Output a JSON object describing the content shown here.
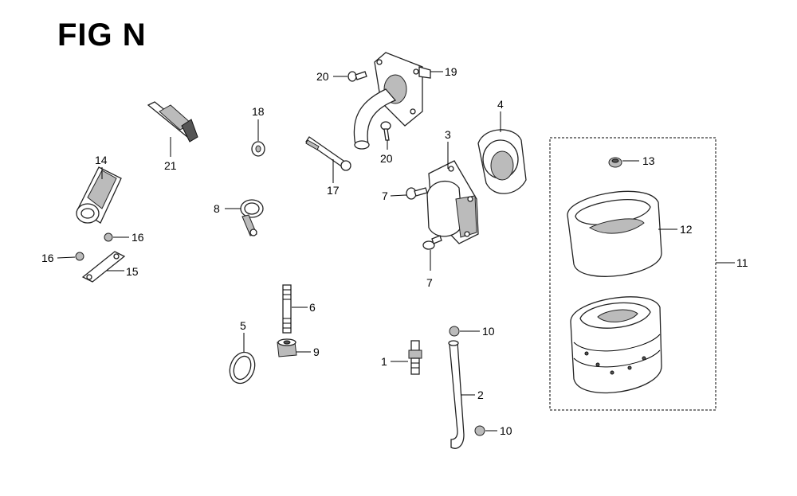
{
  "title": "FIG N",
  "callouts": {
    "c1": "1",
    "c2": "2",
    "c3": "3",
    "c4": "4",
    "c5": "5",
    "c6": "6",
    "c7a": "7",
    "c7b": "7",
    "c8": "8",
    "c9": "9",
    "c10a": "10",
    "c10b": "10",
    "c11": "11",
    "c12": "12",
    "c13": "13",
    "c14": "14",
    "c15": "15",
    "c16a": "16",
    "c16b": "16",
    "c17": "17",
    "c18": "18",
    "c19": "19",
    "c20a": "20",
    "c20b": "20",
    "c21": "21"
  },
  "colors": {
    "ink": "#000000",
    "background": "#ffffff"
  }
}
